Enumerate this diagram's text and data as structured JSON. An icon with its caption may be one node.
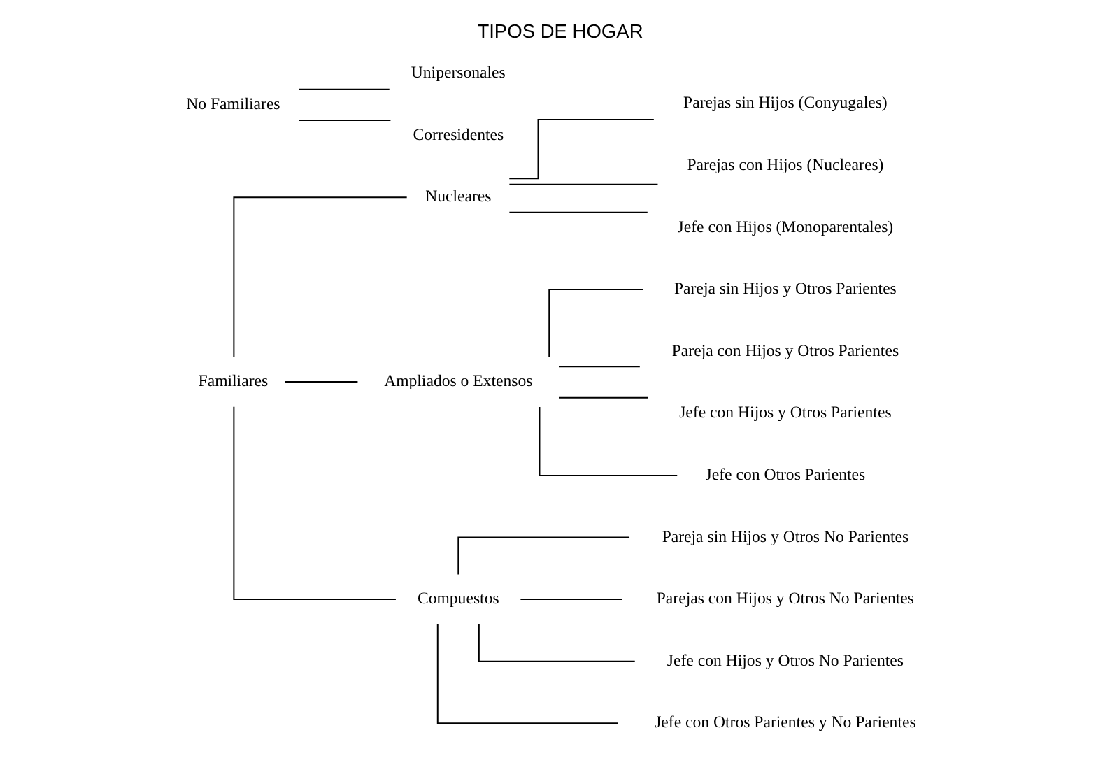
{
  "diagram": {
    "title": "TIPOS DE HOGAR",
    "nodes": [
      {
        "text": [
          "Familiares"
        ]
      },
      {
        "text": [
          "Nucleares"
        ]
      },
      {
        "text": [
          "Parejas sin Hijos (Conyugales)"
        ]
      },
      {
        "text": [
          "Parejas con Hijos (Nucleares)"
        ]
      },
      {
        "text": [
          "Jefe con Hijos (Monoparentales)"
        ]
      },
      {
        "text": [
          "Ampliados o Extensos"
        ]
      },
      {
        "text": [
          "Pareja sin Hijos y Otros Parientes"
        ]
      },
      {
        "text": [
          "Pareja con Hijos y Otros Parientes"
        ]
      },
      {
        "text": [
          "Jefe con Hijos y Otros Parientes"
        ]
      },
      {
        "text": [
          "Jefe con Otros Parientes"
        ]
      },
      {
        "text": [
          "Compuestos"
        ]
      },
      {
        "text": [
          "Pareja sin Hijos y Otros No Parientes"
        ]
      },
      {
        "text": [
          "Parejas con Hijos y Otros No Parientes"
        ]
      },
      {
        "text": [
          "Jefe con Hijos y Otros No Parientes"
        ]
      },
      {
        "text": [
          "Jefe con Otros Parientes y No Parientes"
        ]
      },
      {
        "text": [
          "No Familiares"
        ]
      },
      {
        "text": [
          "Unipersonales"
        ]
      },
      {
        "text": [
          "Corresidentes"
        ]
      }
    ],
    "edges": [
      {
        "from": 0,
        "to": 1,
        "arrow": "none"
      },
      {
        "from": 0,
        "to": 5,
        "arrow": "none"
      },
      {
        "from": 0,
        "to": 10,
        "arrow": "none"
      },
      {
        "from": 1,
        "to": 2,
        "arrow": "none"
      },
      {
        "from": 1,
        "to": 3,
        "arrow": "none"
      },
      {
        "from": 1,
        "to": 4,
        "arrow": "none"
      },
      {
        "from": 5,
        "to": 6,
        "arrow": "none"
      },
      {
        "from": 5,
        "to": 7,
        "arrow": "none"
      },
      {
        "from": 5,
        "to": 8,
        "arrow": "none"
      },
      {
        "from": 5,
        "to": 9,
        "arrow": "none"
      },
      {
        "from": 10,
        "to": 11,
        "arrow": "none"
      },
      {
        "from": 10,
        "to": 12,
        "arrow": "none"
      },
      {
        "from": 10,
        "to": 13,
        "arrow": "none"
      },
      {
        "from": 10,
        "to": 14,
        "arrow": "none"
      },
      {
        "from": 15,
        "to": 16,
        "arrow": "none"
      },
      {
        "from": 15,
        "to": 17,
        "arrow": "none"
      }
    ]
  }
}
